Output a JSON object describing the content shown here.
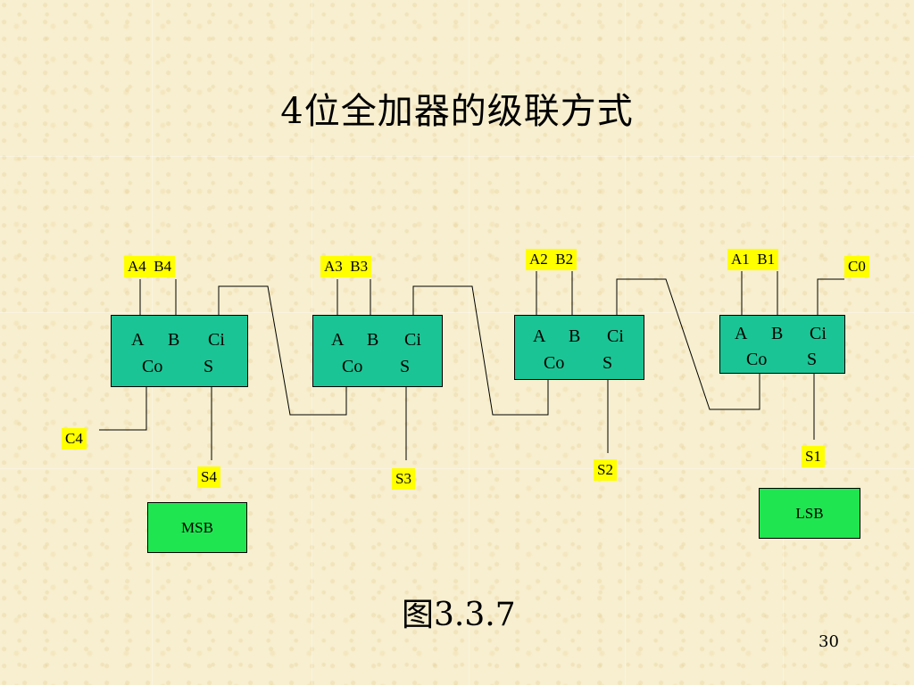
{
  "slide": {
    "title": "4位全加器的级联方式",
    "caption": "图3.3.7",
    "page_number": "30"
  },
  "adder_pin_labels": {
    "a": "A",
    "b": "B",
    "ci": "Ci",
    "co": "Co",
    "s": "S"
  },
  "stages": [
    {
      "inputs": "A4  B4",
      "sum": "S4"
    },
    {
      "inputs": "A3  B3",
      "sum": "S3"
    },
    {
      "inputs": "A2  B2",
      "sum": "S2"
    },
    {
      "inputs": "A1  B1",
      "sum": "S1"
    }
  ],
  "carry_in": "C0",
  "carry_out": "C4",
  "msb_label": "MSB",
  "lsb_label": "LSB",
  "colors": {
    "adder_fill": "#1bc494",
    "label_fill": "#ffff00",
    "tag_fill": "#1fe550",
    "background": "#f7efcf"
  }
}
